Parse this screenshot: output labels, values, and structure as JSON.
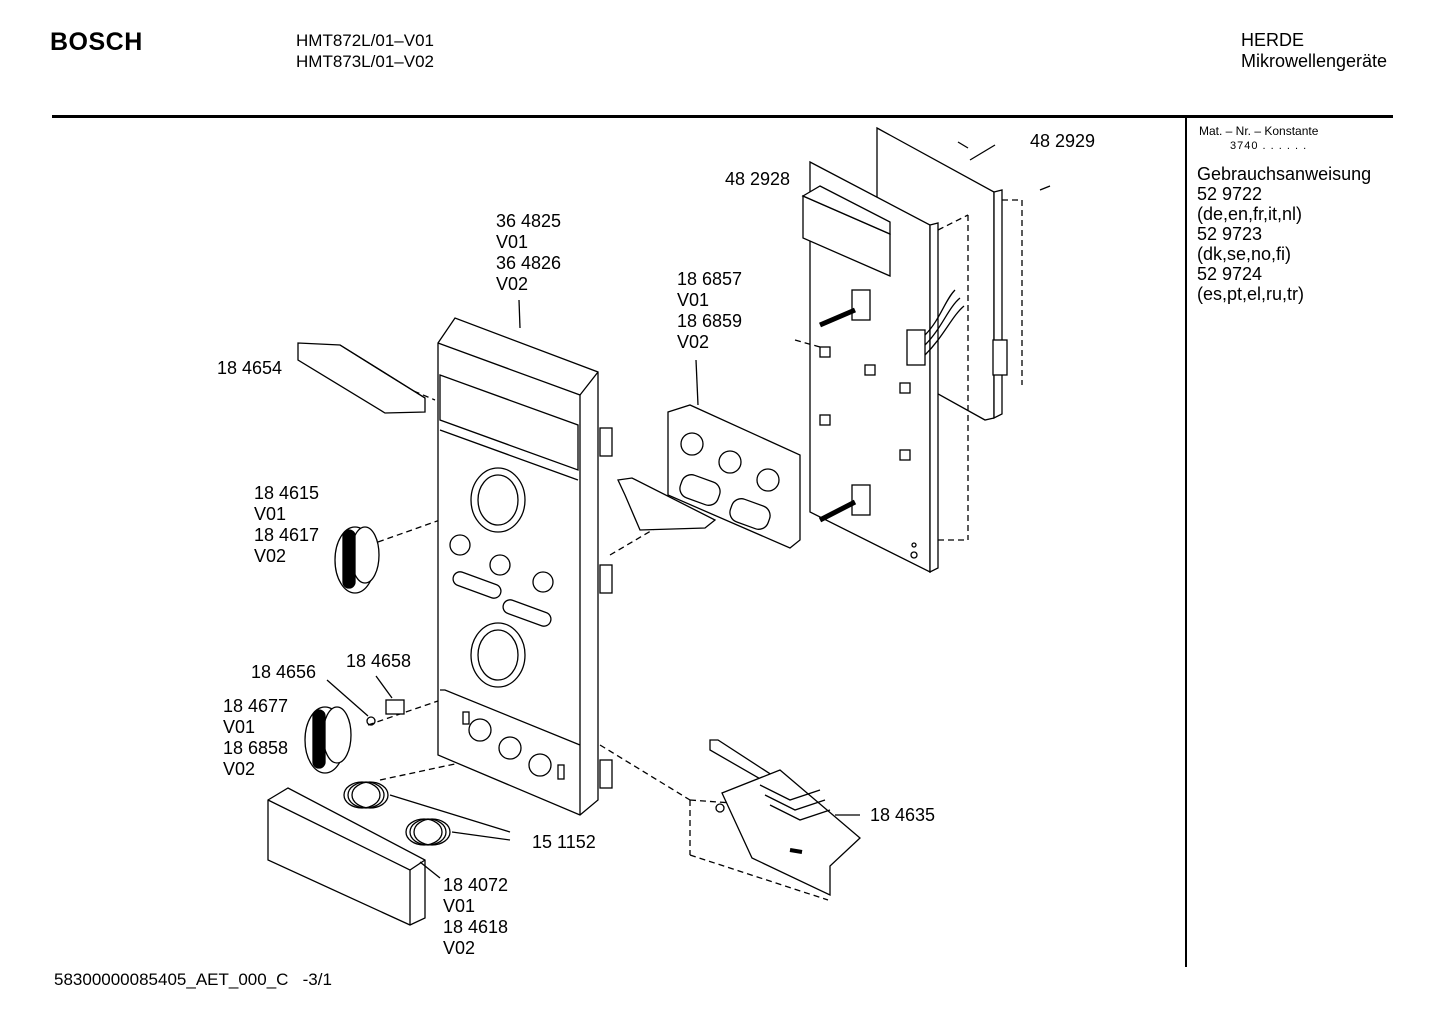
{
  "header": {
    "brand": "BOSCH",
    "models": [
      "HMT872L/01–V01",
      "HMT873L/01–V02"
    ],
    "category": [
      "HERDE",
      "Mikrowellengeräte"
    ]
  },
  "sidebar": {
    "mat_label": "Mat. – Nr. – Konstante",
    "mat_value": "3740 . . . . . .",
    "manual_lines": [
      "Gebrauchsanweisung",
      "52 9722",
      "(de,en,fr,it,nl)",
      "52 9723",
      "(dk,se,no,fi)",
      "52 9724",
      "(es,pt,el,ru,tr)"
    ]
  },
  "parts": {
    "p482929": [
      "48 2929"
    ],
    "p482928": [
      "48 2928"
    ],
    "p364825": [
      "36 4825",
      "V01",
      "36 4826",
      "V02"
    ],
    "p186857": [
      "18 6857",
      "V01",
      "18 6859",
      "V02"
    ],
    "p184654": [
      "18 4654"
    ],
    "p184615": [
      "18 4615",
      "V01",
      "18 4617",
      "V02"
    ],
    "p184656": [
      "18 4656"
    ],
    "p184658": [
      "18 4658"
    ],
    "p184677": [
      "18 4677",
      "V01",
      "18 6858",
      "V02"
    ],
    "p151152": [
      "15 1152"
    ],
    "p184635": [
      "18 4635"
    ],
    "p184072": [
      "18 4072",
      "V01",
      "18 4618",
      "V02"
    ]
  },
  "footer": {
    "doc_id": "58300000085405_AET_000_C",
    "page": "-3/1"
  }
}
